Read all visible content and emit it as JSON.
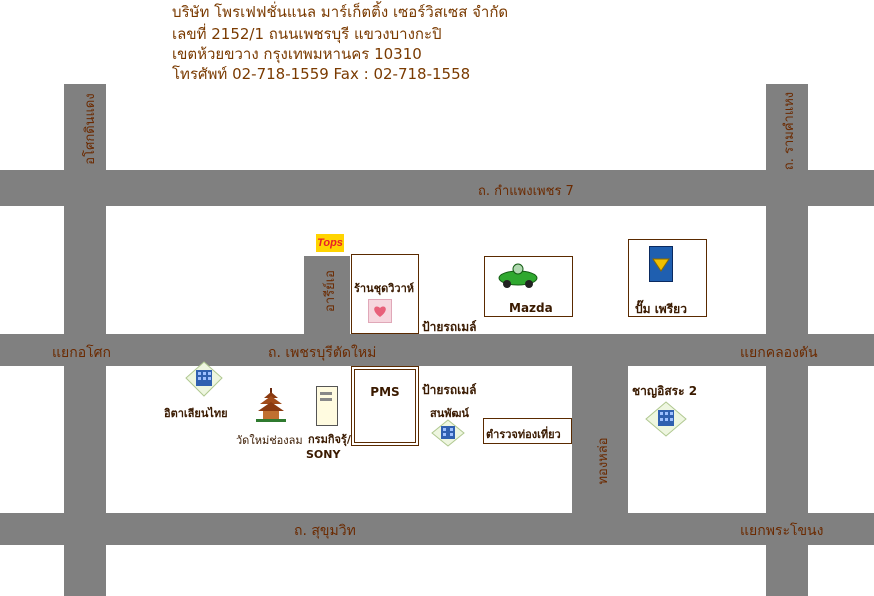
{
  "header": {
    "line1": "บริษัท โพรเฟฟชั่นแนล มาร์เก็ตติ้ง เซอร์วิสเซส จำกัด",
    "line2": "เลขที่ 2152/1 ถนนเพชรบุรี  แขวงบางกะปิ",
    "line3": "เขตห้วยขวาง   กรุงเทพมหานคร  10310",
    "line4": "โทรศัพท์ 02-718-1559  Fax : 02-718-1558"
  },
  "roads": {
    "asok_din_daeng": "อโศกดินแดง",
    "ramkhamhaeng": "ถ. รามคำแหง",
    "kamphaeng_phet_7": "ถ. กำแพงเพชร 7",
    "phetchaburi": "ถ. เพชรบุรีตัดใหม่",
    "sukhumvit": "ถ. สุขุมวิท",
    "ari_se": "อารีย์เอ",
    "thong_lo": "ทองหล่อ"
  },
  "intersections": {
    "asok": "แยกอโศก",
    "khlong_tan": "แยกคลองตัน",
    "phra_khanong": "แยกพระโขนง"
  },
  "places": {
    "tops": "Tops",
    "jewelry_shop": "ร้านชุดวิวาห์",
    "mazda": "Mazda",
    "gas_station": "ปั๊ม เพรียว",
    "bus_stop_north": "ป้ายรถเมล์",
    "bus_stop_south": "ป้ายรถเมล์",
    "pms": "PMS",
    "italthai": "อิตาเลียนไทย",
    "wat": "วัดใหม่ช่องลม",
    "sony_line1": "กรมกิจรุ้/",
    "sony_line2": "SONY",
    "sanphat": "สนพัฒน์",
    "tourist_police": "ตำรวจท่องเที่ยว",
    "chanyu": "ชาญอิสระ 2"
  },
  "icons": {
    "building": "building-icon",
    "temple": "temple-icon",
    "car": "car-icon",
    "fuel": "fuel-icon",
    "heart": "heart-icon",
    "computer": "computer-tower-icon"
  },
  "colors": {
    "road": "#808080",
    "text": "#7a3a00",
    "tops_red": "#e8202a",
    "tops_yellow": "#ffd400",
    "fuel_blue": "#1f5fb0",
    "fuel_yellow": "#f0c000",
    "car_green": "#2fa82f"
  }
}
